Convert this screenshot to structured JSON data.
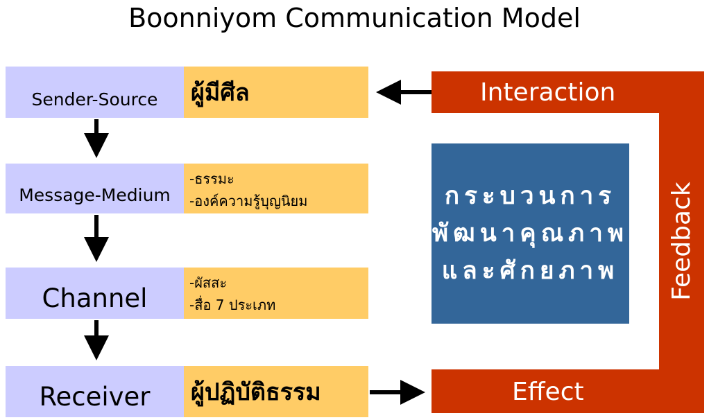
{
  "title": "Boonniyom Communication Model",
  "stages": [
    {
      "label": "Sender-Source",
      "detail": [
        "ผู้มีศีล"
      ]
    },
    {
      "label": "Message-Medium",
      "detail": [
        "-ธรรมะ",
        "-องค์ความรู้บุญนิยม"
      ]
    },
    {
      "label": "Channel",
      "detail": [
        "-ผัสสะ",
        "-สื่อ 7  ประเภท"
      ]
    },
    {
      "label": "Receiver",
      "detail": [
        "ผู้ปฏิบัติธรรม"
      ]
    }
  ],
  "center_text": [
    "กระบวนการ",
    "พัฒนาคุณภาพ",
    "และศักยภาพ"
  ],
  "loop": {
    "interaction": "Interaction",
    "feedback": "Feedback",
    "effect": "Effect"
  },
  "colors": {
    "stage_label_bg": "#ccccff",
    "stage_detail_bg": "#ffcc66",
    "loop_bg": "#cc3300",
    "center_bg": "#336699"
  }
}
